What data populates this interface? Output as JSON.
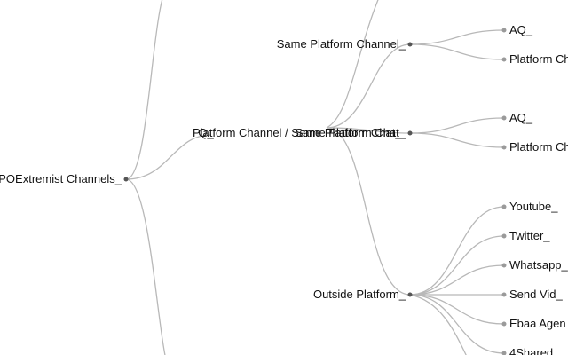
{
  "tree": {
    "link_color": "#b8b8b8",
    "node_color": "#555555",
    "leaf_color": "#9a9a9a",
    "root": {
      "label": "POExtremist Channels_"
    },
    "branch": {
      "label": "Platform Channel / Same Platform Chat_",
      "overlap_label": "Q_"
    },
    "groups": [
      {
        "label": "Same Platform Channel_",
        "children": [
          "AQ_",
          "Platform Ch"
        ]
      },
      {
        "label": "Same Platform Chat_",
        "children": [
          "AQ_",
          "Platform Ch"
        ]
      },
      {
        "label": "Outside Platform_",
        "children": [
          "Youtube_",
          "Twitter_",
          "Whatsapp_",
          "Send Vid_",
          "Ebaa Agen",
          "4Shared_"
        ]
      }
    ]
  }
}
